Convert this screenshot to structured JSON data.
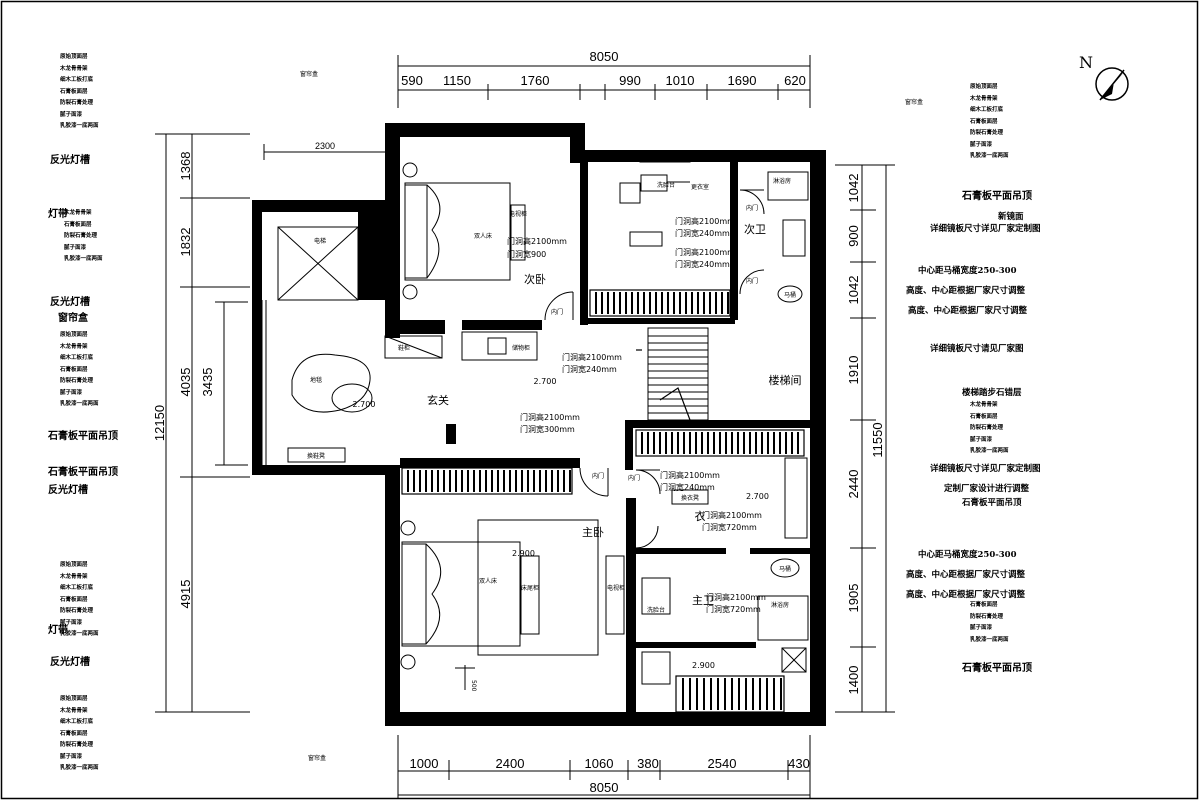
{
  "north": "N",
  "top_dims": {
    "total": "8050",
    "segments": [
      "590",
      "1150",
      "1760",
      "990",
      "1010",
      "1690",
      "620"
    ]
  },
  "bottom_dims": {
    "total": "8050",
    "segments": [
      "1000",
      "2400",
      "1060",
      "380",
      "2540",
      "430"
    ]
  },
  "left_dims": {
    "total": "12150",
    "segments": [
      "1368",
      "1832",
      "4035",
      "4915"
    ],
    "inner": "3435",
    "top_width": "2300"
  },
  "right_dims": {
    "total": "11550",
    "segments": [
      "1042",
      "900",
      "1042",
      "1910",
      "2440",
      "1905",
      "1400"
    ]
  },
  "rooms": {
    "secondary_bedroom": "次卧",
    "secondary_bath": "次卫",
    "foyer": "玄关",
    "staircase": "楼梯间",
    "master_bedroom": "主卧",
    "master_bath": "主卫",
    "wardrobe": "衣"
  },
  "labels": {
    "elevator": "电梯",
    "double_bed": "双人床",
    "tv_cabinet": "电视柜",
    "inner_door": "内门",
    "toilet": "马桶",
    "shower": "淋浴房",
    "washbasin": "洗脸台",
    "wardrobe_cabinet": "衣柜",
    "shoe_cabinet": "鞋柜",
    "cloakroom": "更衣室",
    "floor_drain": "地毯",
    "storage": "储物柜",
    "dressing": "换衣凳",
    "bed_end": "床尾柜",
    "shoe_bench": "换鞋凳",
    "curtain_box": "窗帘盒",
    "tiny_dim": "500"
  },
  "heights": {
    "a": "2.700",
    "b": "2.700",
    "c": "2.900",
    "d": "2.700",
    "e": "2.900"
  },
  "doors": {
    "h2100w240": [
      "门洞高2100mm",
      "门洞宽240mm"
    ],
    "h2100w300": [
      "门洞高2100mm",
      "门洞宽300mm"
    ],
    "h2100w900": [
      "门洞高2100mm",
      "门洞宽900"
    ],
    "h2100w720": [
      "门洞高2100mm",
      "门洞宽720mm"
    ]
  },
  "notes": {
    "reflective_slot": "反光灯槽",
    "light_strip": "灯带",
    "gypsum_ceiling": "石膏板平面吊顶",
    "detail_ref": "详细镜板尺寸详见厂家定制图",
    "toilet_center": "中心距马桶宽度250-300",
    "height_adjust": "高度、中心距根据厂家尺寸调整",
    "detail_ref2": "详细镜板尺寸请见厂家图",
    "stone_edge": "楼梯踏步石错层",
    "custom_wardrobe": "定制厂家设计进行调整",
    "new_mirror": "新镜面",
    "curtain_box": "窗帘盒"
  },
  "finish_list": [
    "原始顶面层",
    "木龙骨骨架",
    "细木工板打底",
    "石膏板面层",
    "防裂石膏处理",
    "腻子面漆",
    "乳胶漆一底两面"
  ]
}
